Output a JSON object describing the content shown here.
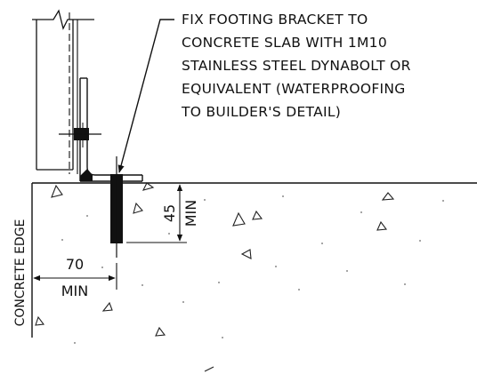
{
  "note": {
    "lines": [
      "FIX FOOTING BRACKET TO",
      "CONCRETE SLAB WITH 1M10",
      "STAINLESS STEEL DYNABOLT OR",
      "EQUIVALENT (WATERPROOFING",
      "TO BUILDER'S DETAIL)"
    ]
  },
  "dimensions": {
    "embed": {
      "value": "45",
      "qualifier": "MIN"
    },
    "edge": {
      "value": "70",
      "qualifier": "MIN"
    }
  },
  "labels": {
    "concrete_edge": "CONCRETE EDGE"
  },
  "colors": {
    "ink": "#111111",
    "background": "#ffffff"
  }
}
